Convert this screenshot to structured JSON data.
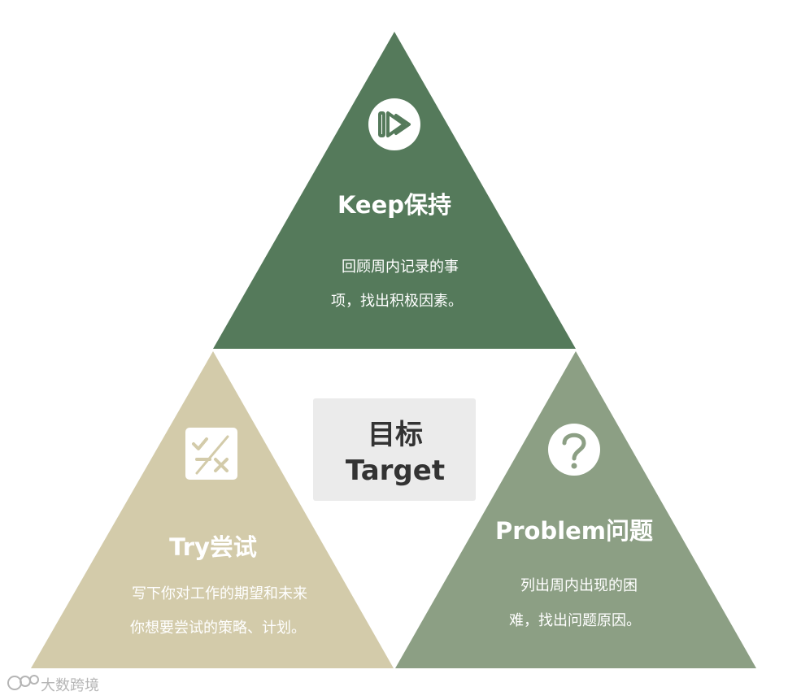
{
  "colors": {
    "keep": "#557a5b",
    "try": "#d3cbaa",
    "problem": "#8c9f84",
    "center_box": "#ebebeb",
    "center_text": "#333333",
    "text_light": "#ffffff",
    "watermark": "#b5b5b5"
  },
  "center": {
    "line1": "目标",
    "line2": "Target"
  },
  "keep": {
    "icon": "fast-forward-icon",
    "title": "Keep保持",
    "desc_line1": "回顾周内记录的事",
    "desc_line2": "项，找出积极因素。"
  },
  "try": {
    "icon": "calculator-check-cross-icon",
    "title": "Try尝试",
    "desc_line1": "写下你对工作的期望和未来",
    "desc_line2": "你想要尝试的策略、计划。"
  },
  "problem": {
    "icon": "question-mark-icon",
    "title": "Problem问题",
    "desc_line1": "列出周内出现的困",
    "desc_line2": "难，找出问题原因。"
  },
  "watermark": {
    "text": "大数跨境"
  }
}
